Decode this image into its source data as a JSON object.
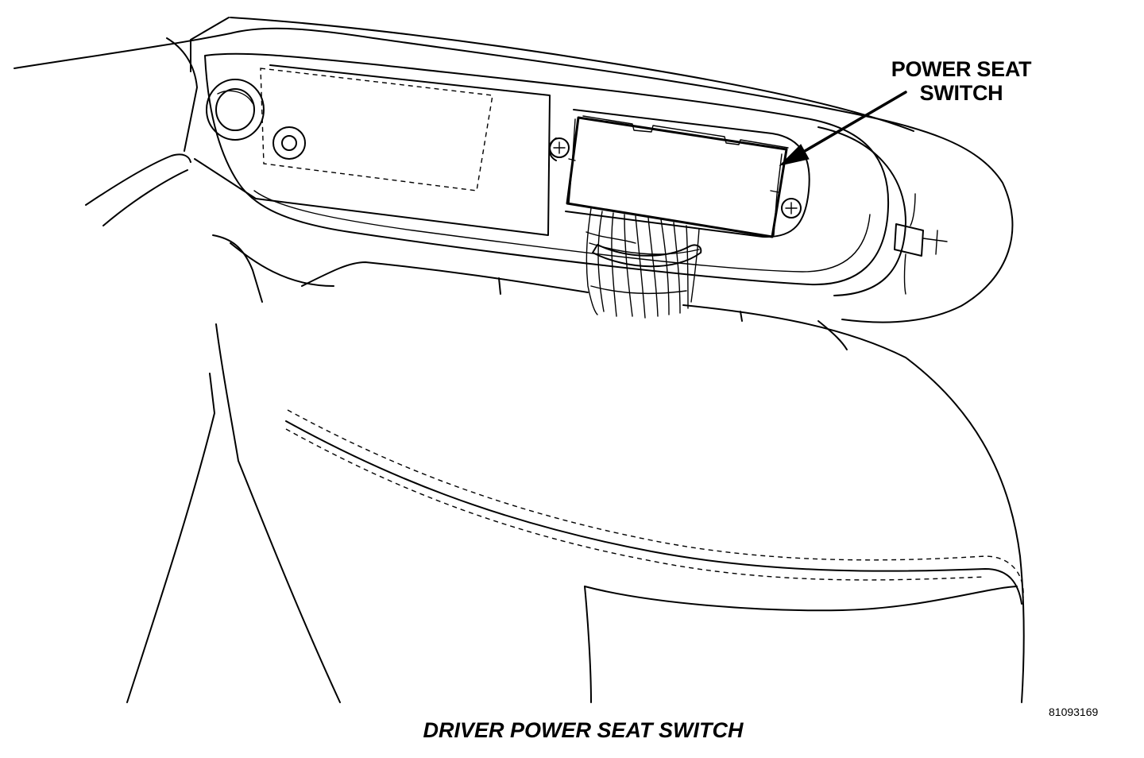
{
  "callout": {
    "line1": "POWER SEAT",
    "line2": "SWITCH"
  },
  "caption": "DRIVER POWER SEAT SWITCH",
  "figure_number": "81093169"
}
